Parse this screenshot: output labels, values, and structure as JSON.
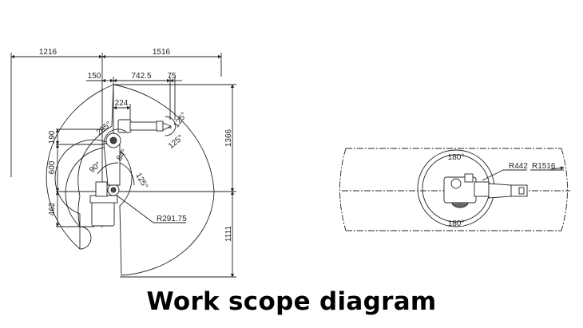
{
  "title": "Work scope diagram",
  "side_view": {
    "horizontal_dims": {
      "left_reach": "1216",
      "right_reach": "1516",
      "offset_a": "150",
      "arm_length": "742.5",
      "wrist_offset": "75",
      "link_offset": "224"
    },
    "vertical_dims": {
      "link_a": "190",
      "link_b": "600",
      "base_height": "462",
      "upper_reach": "1366",
      "lower_reach": "1111"
    },
    "angles": {
      "elbow": "205°",
      "wrist_upper": "125°",
      "wrist_lower": "125°",
      "elbow_inner": "84°",
      "shoulder_back": "90°",
      "shoulder_front": "125°"
    },
    "radius_label": "R291.75"
  },
  "top_view": {
    "angle_top": "180°",
    "angle_bottom": "180°",
    "inner_radius": "R442",
    "outer_radius": "R1516"
  },
  "colors": {
    "line": "#222222",
    "background": "#ffffff",
    "title": "#000000"
  }
}
